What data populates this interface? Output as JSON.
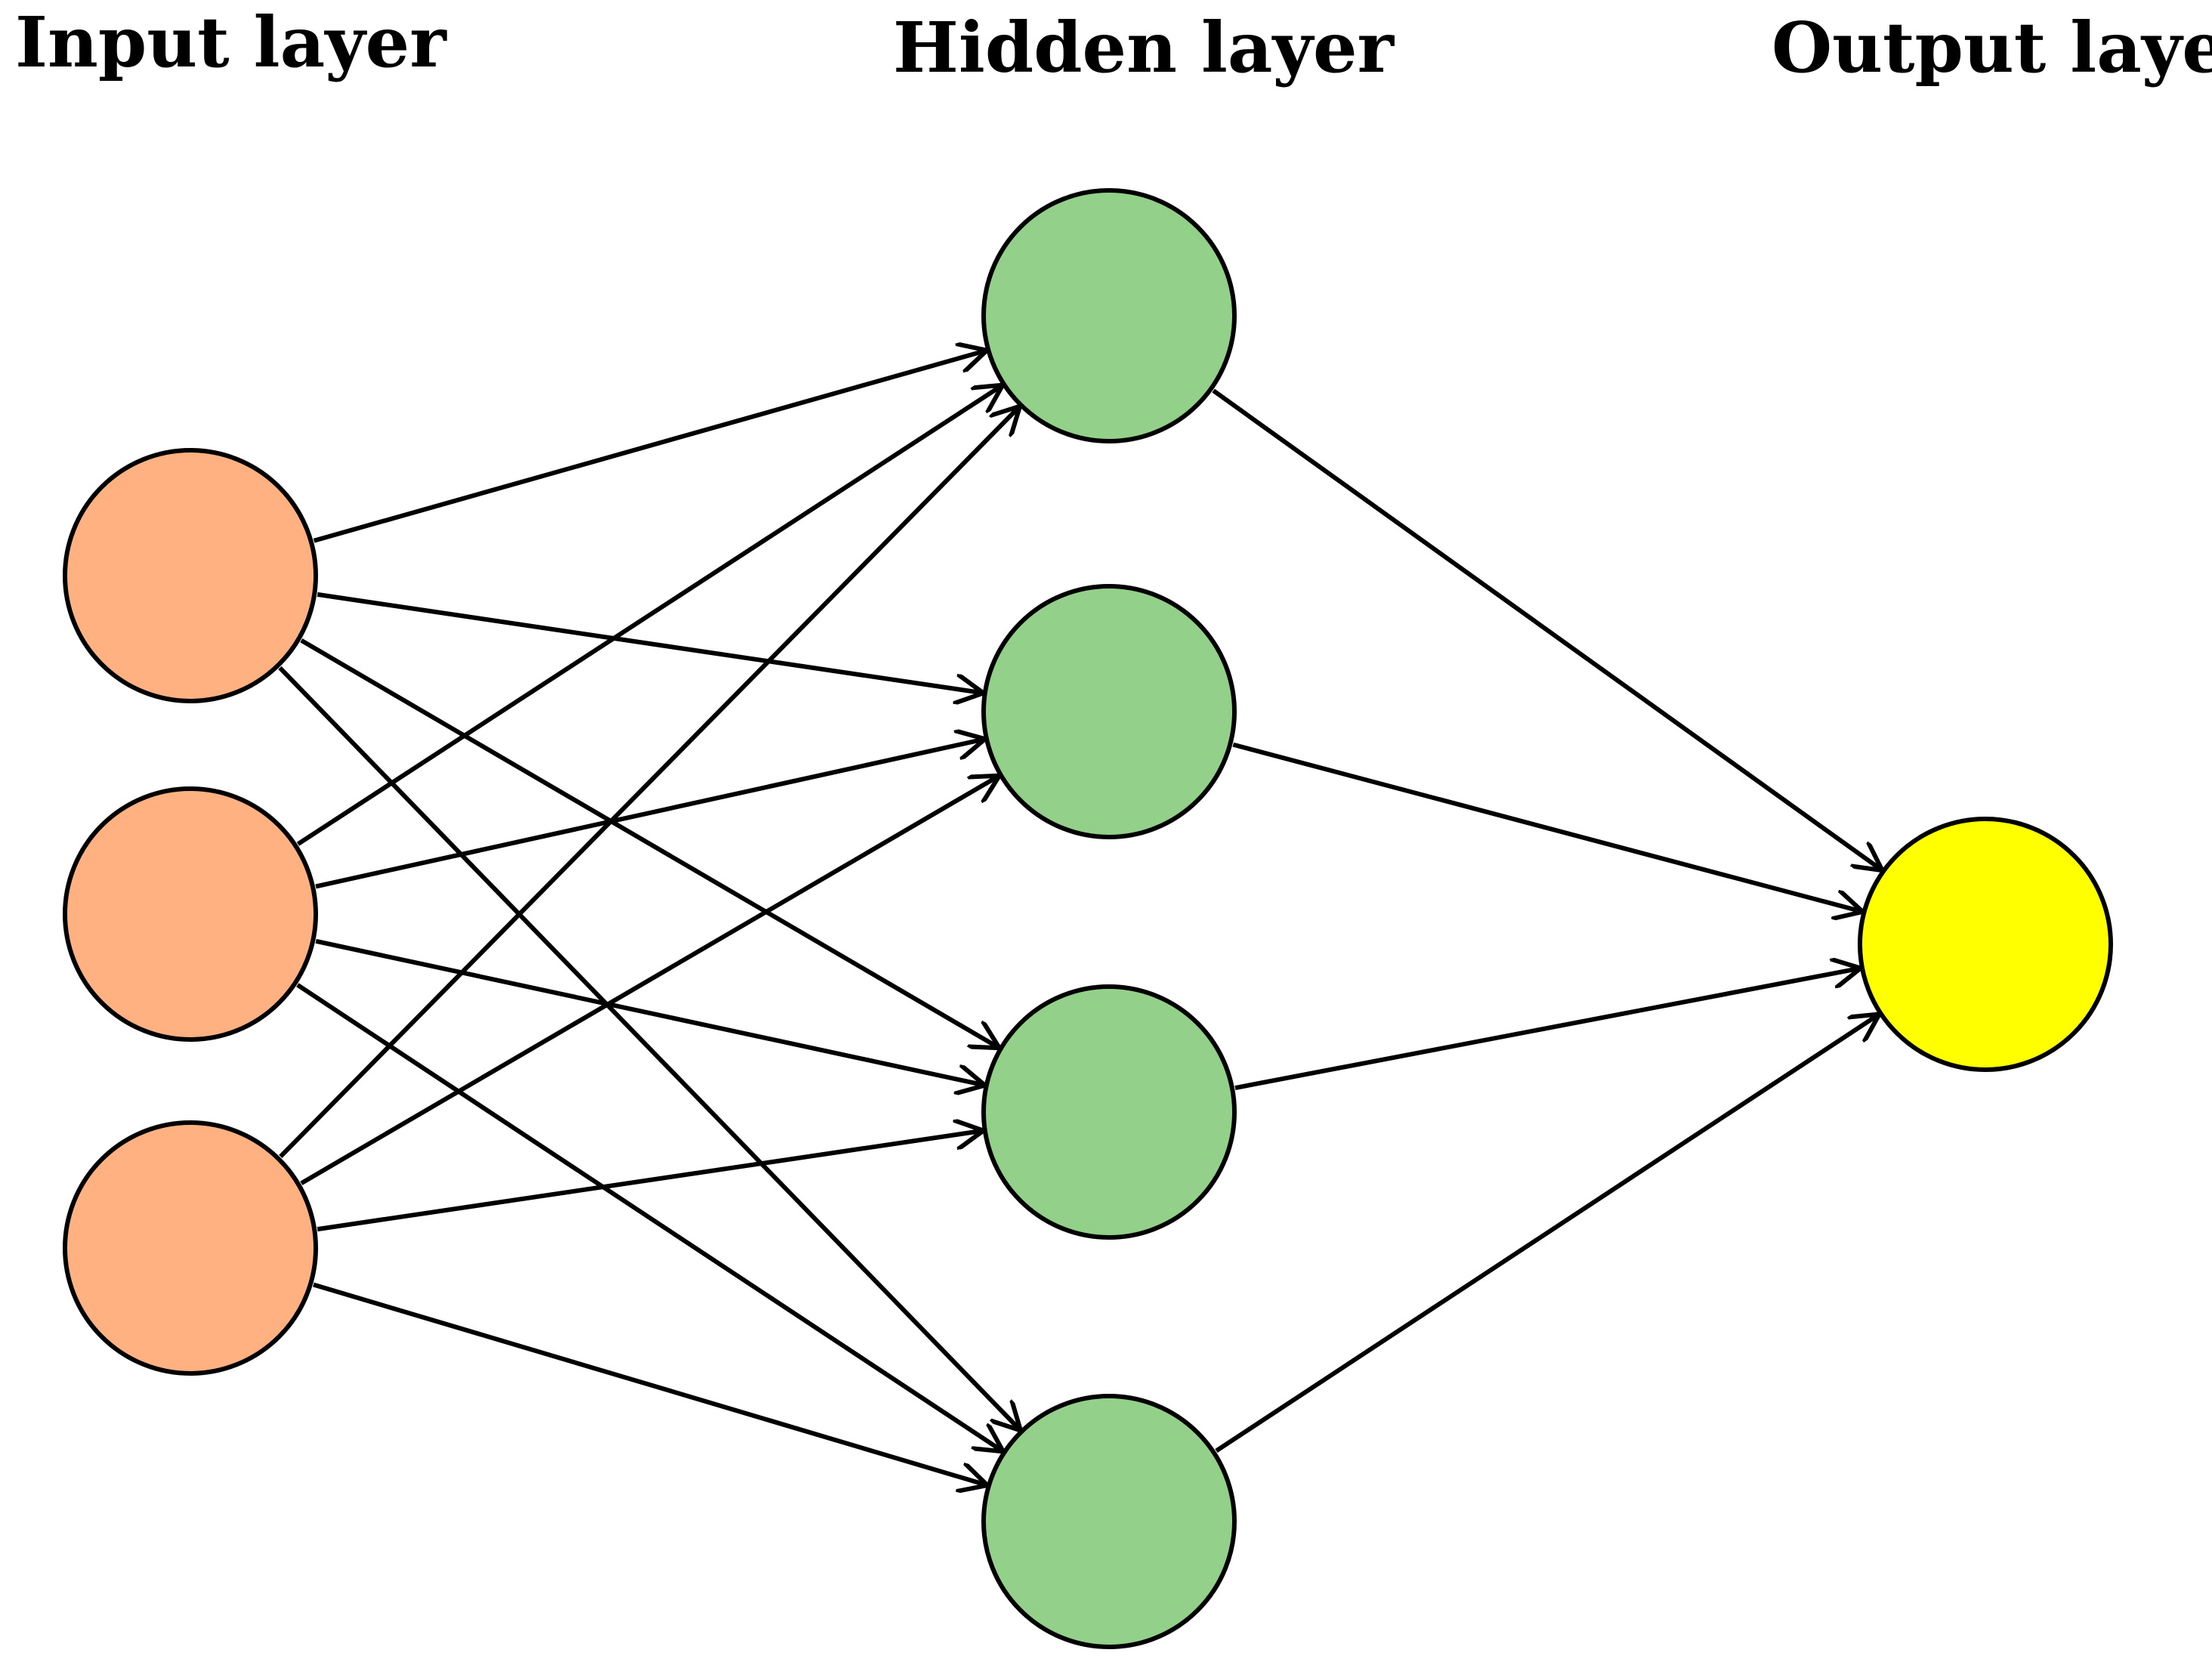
{
  "diagram": {
    "labels": {
      "input": "Input layer",
      "hidden": "Hidden layer",
      "output": "Output layer"
    },
    "layers": [
      {
        "id": "input",
        "node_count": 3,
        "color": "#FFB182"
      },
      {
        "id": "hidden",
        "node_count": 4,
        "color": "#93D18B"
      },
      {
        "id": "output",
        "node_count": 1,
        "color": "#FFFF00"
      }
    ],
    "connections": "fully-connected, directed from input to hidden to output",
    "stroke_color": "#000000"
  }
}
